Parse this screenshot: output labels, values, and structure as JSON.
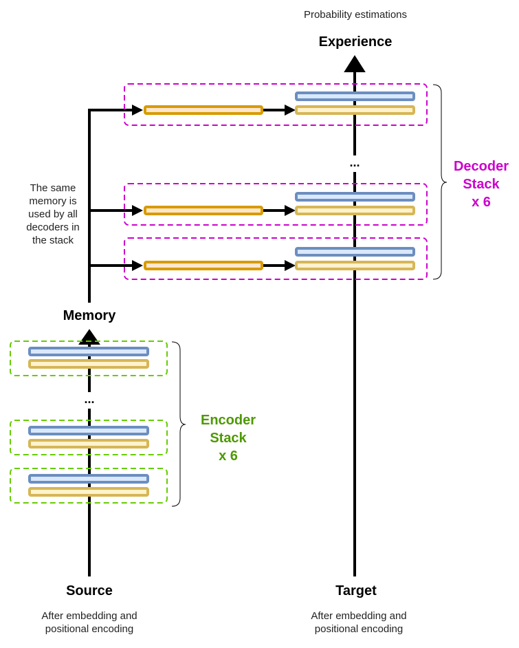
{
  "top_caption": "Probability estimations",
  "output_label": "Experience",
  "memory_label": "Memory",
  "memory_note": [
    "The same",
    "memory is",
    "used by all",
    "decoders in",
    "the stack"
  ],
  "source": {
    "label": "Source",
    "caption": [
      "After embedding and",
      "positional encoding"
    ]
  },
  "target": {
    "label": "Target",
    "caption": [
      "After embedding and",
      "positional encoding"
    ]
  },
  "encoder_stack": [
    "Encoder",
    "Stack",
    "x 6"
  ],
  "decoder_stack": [
    "Decoder",
    "Stack",
    "x 6"
  ],
  "ellipsis": "...",
  "colors": {
    "encoder_border": "#66cc00",
    "decoder_border": "#cc00cc",
    "blue_bar": "#6c8ebf",
    "yellow_bar": "#d6b656",
    "orange_bar": "#d79b00"
  }
}
